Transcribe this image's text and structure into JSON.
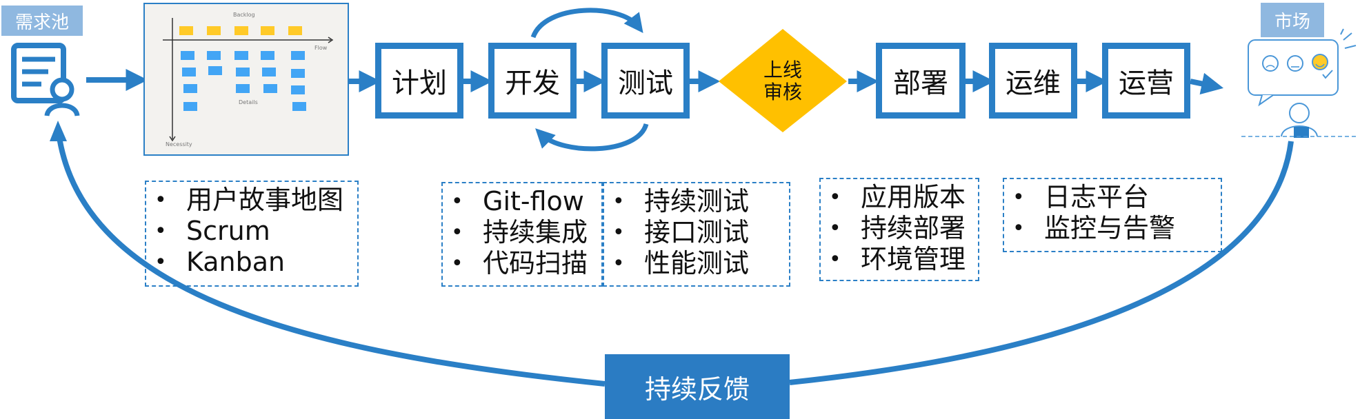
{
  "colors": {
    "primary": "#2a7fc6",
    "tag_bg": "#8fb8e0",
    "review": "#ffc000",
    "sticky_yellow": "#ffca28",
    "sticky_blue": "#42a5f5"
  },
  "pool": {
    "label": "需求池",
    "icon": "requirement-pool-icon"
  },
  "market": {
    "label": "市场",
    "icon": "customer-feedback-icon"
  },
  "board": {
    "backlog_label": "Backlog",
    "flow_label": "Flow",
    "details_label": "Details",
    "necessity_label": "Necessity"
  },
  "stages": {
    "plan": "计划",
    "dev": "开发",
    "test": "测试",
    "review_line1": "上线",
    "review_line2": "审核",
    "deploy": "部署",
    "ops": "运维",
    "operate": "运营"
  },
  "notes": {
    "plan": [
      "用户故事地图",
      "Scrum",
      "Kanban"
    ],
    "dev": [
      "Git-flow",
      "持续集成",
      "代码扫描"
    ],
    "test": [
      "持续测试",
      "接口测试",
      "性能测试"
    ],
    "deploy": [
      "应用版本",
      "持续部署",
      "环境管理"
    ],
    "ops": [
      "日志平台",
      "监控与告警"
    ]
  },
  "feedback": "持续反馈"
}
